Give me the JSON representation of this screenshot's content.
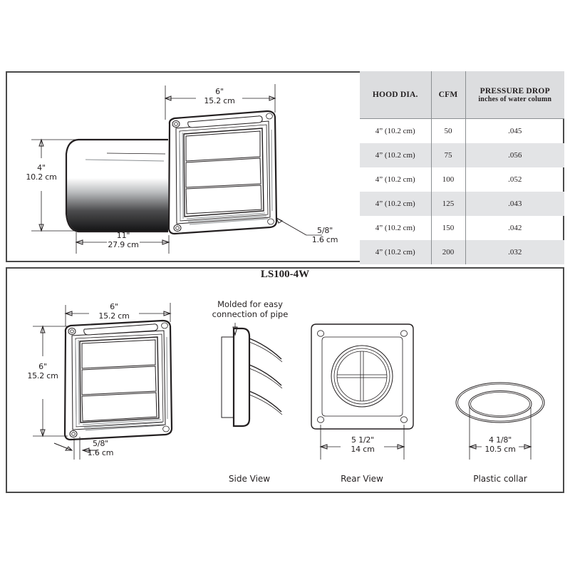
{
  "model": {
    "title": "LS100-4W"
  },
  "table": {
    "headers": {
      "hood_dia": "HOOD DIA.",
      "cfm": "CFM",
      "pressure_drop": "PRESSURE DROP",
      "pressure_drop_sub": "inches of water column"
    },
    "rows": [
      {
        "hood_dia": "4” (10.2 cm)",
        "cfm": "50",
        "pressure_drop": ".045"
      },
      {
        "hood_dia": "4” (10.2 cm)",
        "cfm": "75",
        "pressure_drop": ".056"
      },
      {
        "hood_dia": "4” (10.2 cm)",
        "cfm": "100",
        "pressure_drop": ".052"
      },
      {
        "hood_dia": "4” (10.2 cm)",
        "cfm": "125",
        "pressure_drop": ".043"
      },
      {
        "hood_dia": "4” (10.2 cm)",
        "cfm": "150",
        "pressure_drop": ".042"
      },
      {
        "hood_dia": "4” (10.2 cm)",
        "cfm": "200",
        "pressure_drop": ".032"
      }
    ]
  },
  "iso_view": {
    "width_in": "6\"",
    "width_cm": "15.2 cm",
    "duct_dia_in": "4\"",
    "duct_dia_cm": "10.2 cm",
    "depth_in": "11\"",
    "depth_cm": "27.9 cm",
    "flange_in": "5/8\"",
    "flange_cm": "1.6 cm"
  },
  "front_view": {
    "width_in": "6\"",
    "width_cm": "15.2 cm",
    "height_in": "6\"",
    "height_cm": "15.2 cm",
    "flange_in": "5/8\"",
    "flange_cm": "1.6 cm"
  },
  "side_view": {
    "label": "Side View",
    "note_line1": "Molded for easy",
    "note_line2": "connection of pipe"
  },
  "rear_view": {
    "label": "Rear View",
    "width_in": "5 1/2\"",
    "width_cm": "14 cm"
  },
  "collar_view": {
    "label": "Plastic collar",
    "dia_in": "4 1/8\"",
    "dia_cm": "10.5 cm"
  },
  "colors": {
    "line": "#231f20",
    "border": "#4a4a4a",
    "table_header_bg": "#dcdddf",
    "table_alt_row_bg": "#e3e4e6"
  }
}
